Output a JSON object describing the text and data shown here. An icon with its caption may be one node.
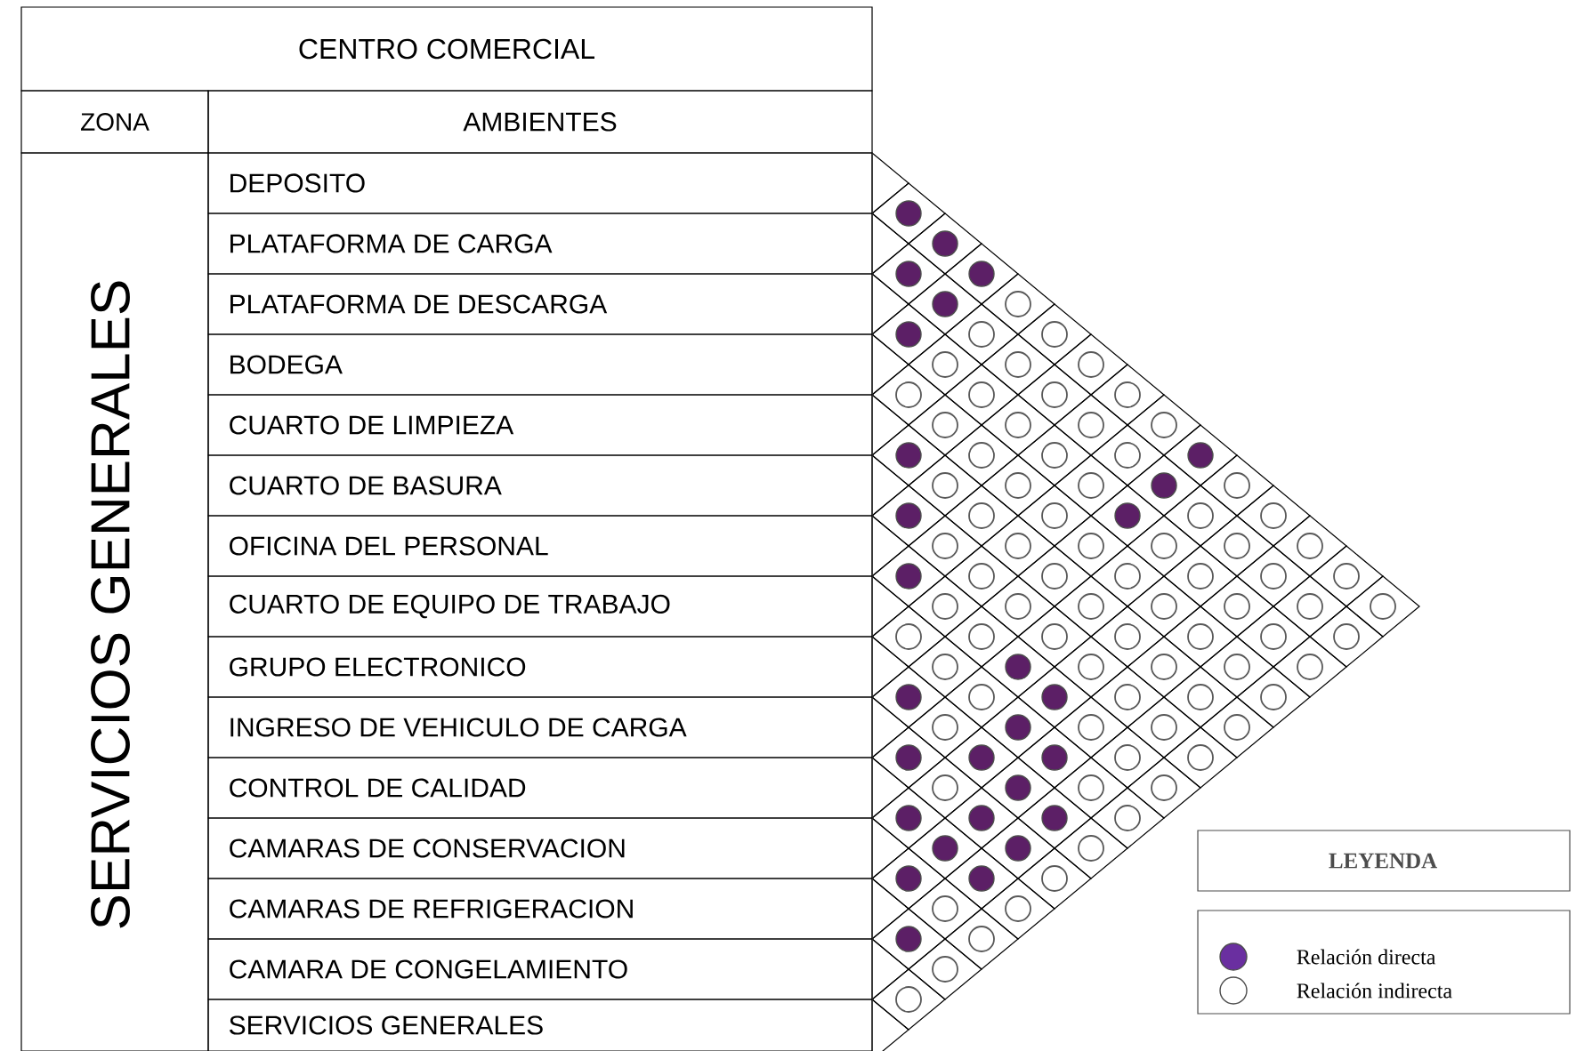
{
  "diagram": {
    "nodes": [
      {
        "text": [],
        "shape": "dot"
      },
      {
        "text": [],
        "shape": "dot"
      },
      {
        "text": [],
        "shape": "dot"
      },
      {
        "text": [],
        "shape": "dot"
      },
      {
        "text": [],
        "shape": "dot"
      },
      {
        "text": [],
        "shape": "circle"
      },
      {
        "text": [],
        "shape": "dot"
      },
      {
        "text": [],
        "shape": "circle"
      },
      {
        "text": [],
        "shape": "circle"
      },
      {
        "text": [],
        "shape": "circle"
      },
      {
        "text": [],
        "shape": "circle"
      },
      {
        "text": [],
        "shape": "circle"
      },
      {
        "text": [],
        "shape": "circle"
      },
      {
        "text": [],
        "shape": "circle"
      },
      {
        "text": [],
        "shape": "circle"
      },
      {
        "text": [],
        "shape": "circle"
      },
      {
        "text": [],
        "shape": "circle"
      },
      {
        "text": [],
        "shape": "circle"
      },
      {
        "text": [],
        "shape": "circle"
      },
      {
        "text": [],
        "shape": "circle"
      },
      {
        "text": [],
        "shape": "dot"
      },
      {
        "text": [],
        "shape": "circle"
      },
      {
        "text": [],
        "shape": "circle"
      },
      {
        "text": [],
        "shape": "circle"
      },
      {
        "text": [],
        "shape": "dot"
      },
      {
        "text": [],
        "shape": "circle"
      },
      {
        "text": [],
        "shape": "circle"
      },
      {
        "text": [],
        "shape": "circle"
      },
      {
        "text": [],
        "shape": "dot"
      },
      {
        "text": [],
        "shape": "circle"
      },
      {
        "text": [],
        "shape": "dot"
      },
      {
        "text": [],
        "shape": "circle"
      },
      {
        "text": [],
        "shape": "circle"
      },
      {
        "text": [],
        "shape": "dot"
      },
      {
        "text": [],
        "shape": "circle"
      },
      {
        "text": [],
        "shape": "circle"
      },
      {
        "text": [],
        "shape": "circle"
      },
      {
        "text": [],
        "shape": "circle"
      },
      {
        "text": [],
        "shape": "circle"
      },
      {
        "text": [],
        "shape": "circle"
      },
      {
        "text": [],
        "shape": "circle"
      },
      {
        "text": [],
        "shape": "circle"
      },
      {
        "text": [],
        "shape": "dot"
      },
      {
        "text": [],
        "shape": "circle"
      },
      {
        "text": [],
        "shape": "circle"
      },
      {
        "text": [],
        "shape": "circle"
      },
      {
        "text": [],
        "shape": "circle"
      },
      {
        "text": [],
        "shape": "circle"
      },
      {
        "text": [],
        "shape": "circle"
      },
      {
        "text": [],
        "shape": "circle"
      },
      {
        "text": [],
        "shape": "circle"
      },
      {
        "text": [],
        "shape": "circle"
      },
      {
        "text": [],
        "shape": "circle"
      },
      {
        "text": [],
        "shape": "circle"
      },
      {
        "text": [],
        "shape": "circle"
      },
      {
        "text": [],
        "shape": "circle"
      },
      {
        "text": [],
        "shape": "circle"
      },
      {
        "text": [],
        "shape": "circle"
      },
      {
        "text": [],
        "shape": "circle"
      },
      {
        "text": [],
        "shape": "circle"
      },
      {
        "text": [],
        "shape": "circle"
      },
      {
        "text": [],
        "shape": "circle"
      },
      {
        "text": [],
        "shape": "circle"
      },
      {
        "text": [],
        "shape": "circle"
      },
      {
        "text": [],
        "shape": "dot"
      },
      {
        "text": [],
        "shape": "circle"
      },
      {
        "text": [],
        "shape": "circle"
      },
      {
        "text": [],
        "shape": "circle"
      },
      {
        "text": [],
        "shape": "circle"
      },
      {
        "text": [],
        "shape": "dot"
      },
      {
        "text": [],
        "shape": "circle"
      },
      {
        "text": [],
        "shape": "dot"
      },
      {
        "text": [],
        "shape": "circle"
      },
      {
        "text": [],
        "shape": "circle"
      },
      {
        "text": [],
        "shape": "circle"
      },
      {
        "text": [],
        "shape": "circle"
      },
      {
        "text": [],
        "shape": "dot"
      },
      {
        "text": [],
        "shape": "circle"
      },
      {
        "text": [],
        "shape": "circle"
      },
      {
        "text": [],
        "shape": "circle"
      },
      {
        "text": [],
        "shape": "dot"
      },
      {
        "text": [],
        "shape": "dot"
      },
      {
        "text": [],
        "shape": "dot"
      },
      {
        "text": [],
        "shape": "circle"
      },
      {
        "text": [],
        "shape": "circle"
      },
      {
        "text": [],
        "shape": "circle"
      },
      {
        "text": [],
        "shape": "dot"
      },
      {
        "text": [],
        "shape": "circle"
      },
      {
        "text": [],
        "shape": "circle"
      },
      {
        "text": [],
        "shape": "dot"
      },
      {
        "text": [],
        "shape": "dot"
      },
      {
        "text": [],
        "shape": "dot"
      },
      {
        "text": [],
        "shape": "circle"
      },
      {
        "text": [],
        "shape": "dot"
      },
      {
        "text": [],
        "shape": "dot"
      },
      {
        "text": [],
        "shape": "circle"
      },
      {
        "text": [],
        "shape": "dot"
      },
      {
        "text": [],
        "shape": "dot"
      },
      {
        "text": [],
        "shape": "circle"
      },
      {
        "text": [],
        "shape": "circle"
      },
      {
        "text": [],
        "shape": "circle"
      },
      {
        "text": [],
        "shape": "dot"
      },
      {
        "text": [],
        "shape": "circle"
      },
      {
        "text": [],
        "shape": "circle"
      },
      {
        "text": [],
        "shape": "circle"
      }
    ],
    "labels": [
      "CENTRO COMERCIAL",
      "ZONA",
      "AMBIENTES",
      "SERVICIOS GENERALES",
      "DEPOSITO",
      "PLATAFORMA DE CARGA",
      "PLATAFORMA DE DESCARGA",
      "BODEGA",
      "CUARTO DE LIMPIEZA",
      "CUARTO DE BASURA",
      "OFICINA DEL PERSONAL",
      "CUARTO DE EQUIPO DE TRABAJO",
      "GRUPO ELECTRONICO",
      "INGRESO DE VEHICULO DE CARGA",
      "CONTROL DE CALIDAD",
      "CAMARAS DE CONSERVACION",
      "CAMARAS DE REFRIGERACION",
      "CAMARA DE CONGELAMIENTO",
      "SERVICIOS GENERALES",
      "LEYENDA"
    ],
    "legend": [
      {
        "text": "Relación directa",
        "color": "#6a2fa0"
      },
      {
        "text": "Relación indirecta"
      }
    ]
  }
}
